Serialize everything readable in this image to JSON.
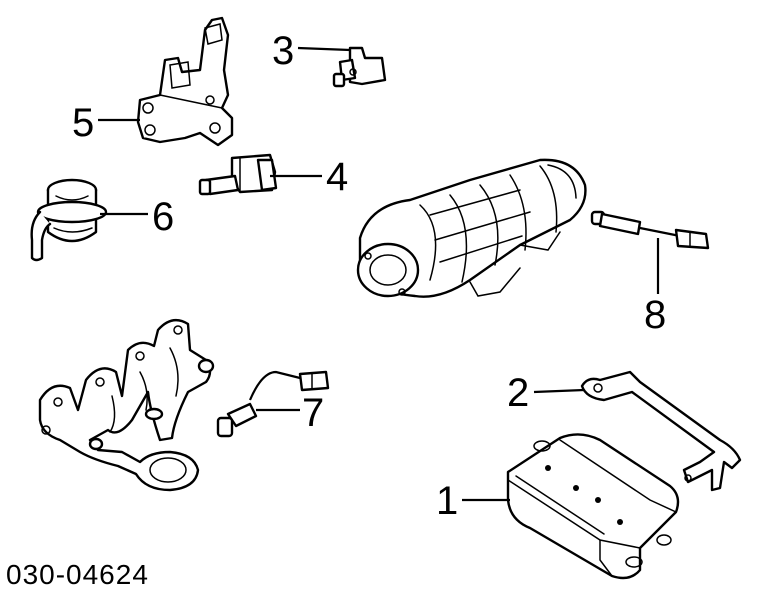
{
  "callouts": [
    {
      "id": "1",
      "label": "1"
    },
    {
      "id": "2",
      "label": "2"
    },
    {
      "id": "3",
      "label": "3"
    },
    {
      "id": "4",
      "label": "4"
    },
    {
      "id": "5",
      "label": "5"
    },
    {
      "id": "6",
      "label": "6"
    },
    {
      "id": "7",
      "label": "7"
    },
    {
      "id": "8",
      "label": "8"
    }
  ],
  "diagram_code": "030-04624"
}
